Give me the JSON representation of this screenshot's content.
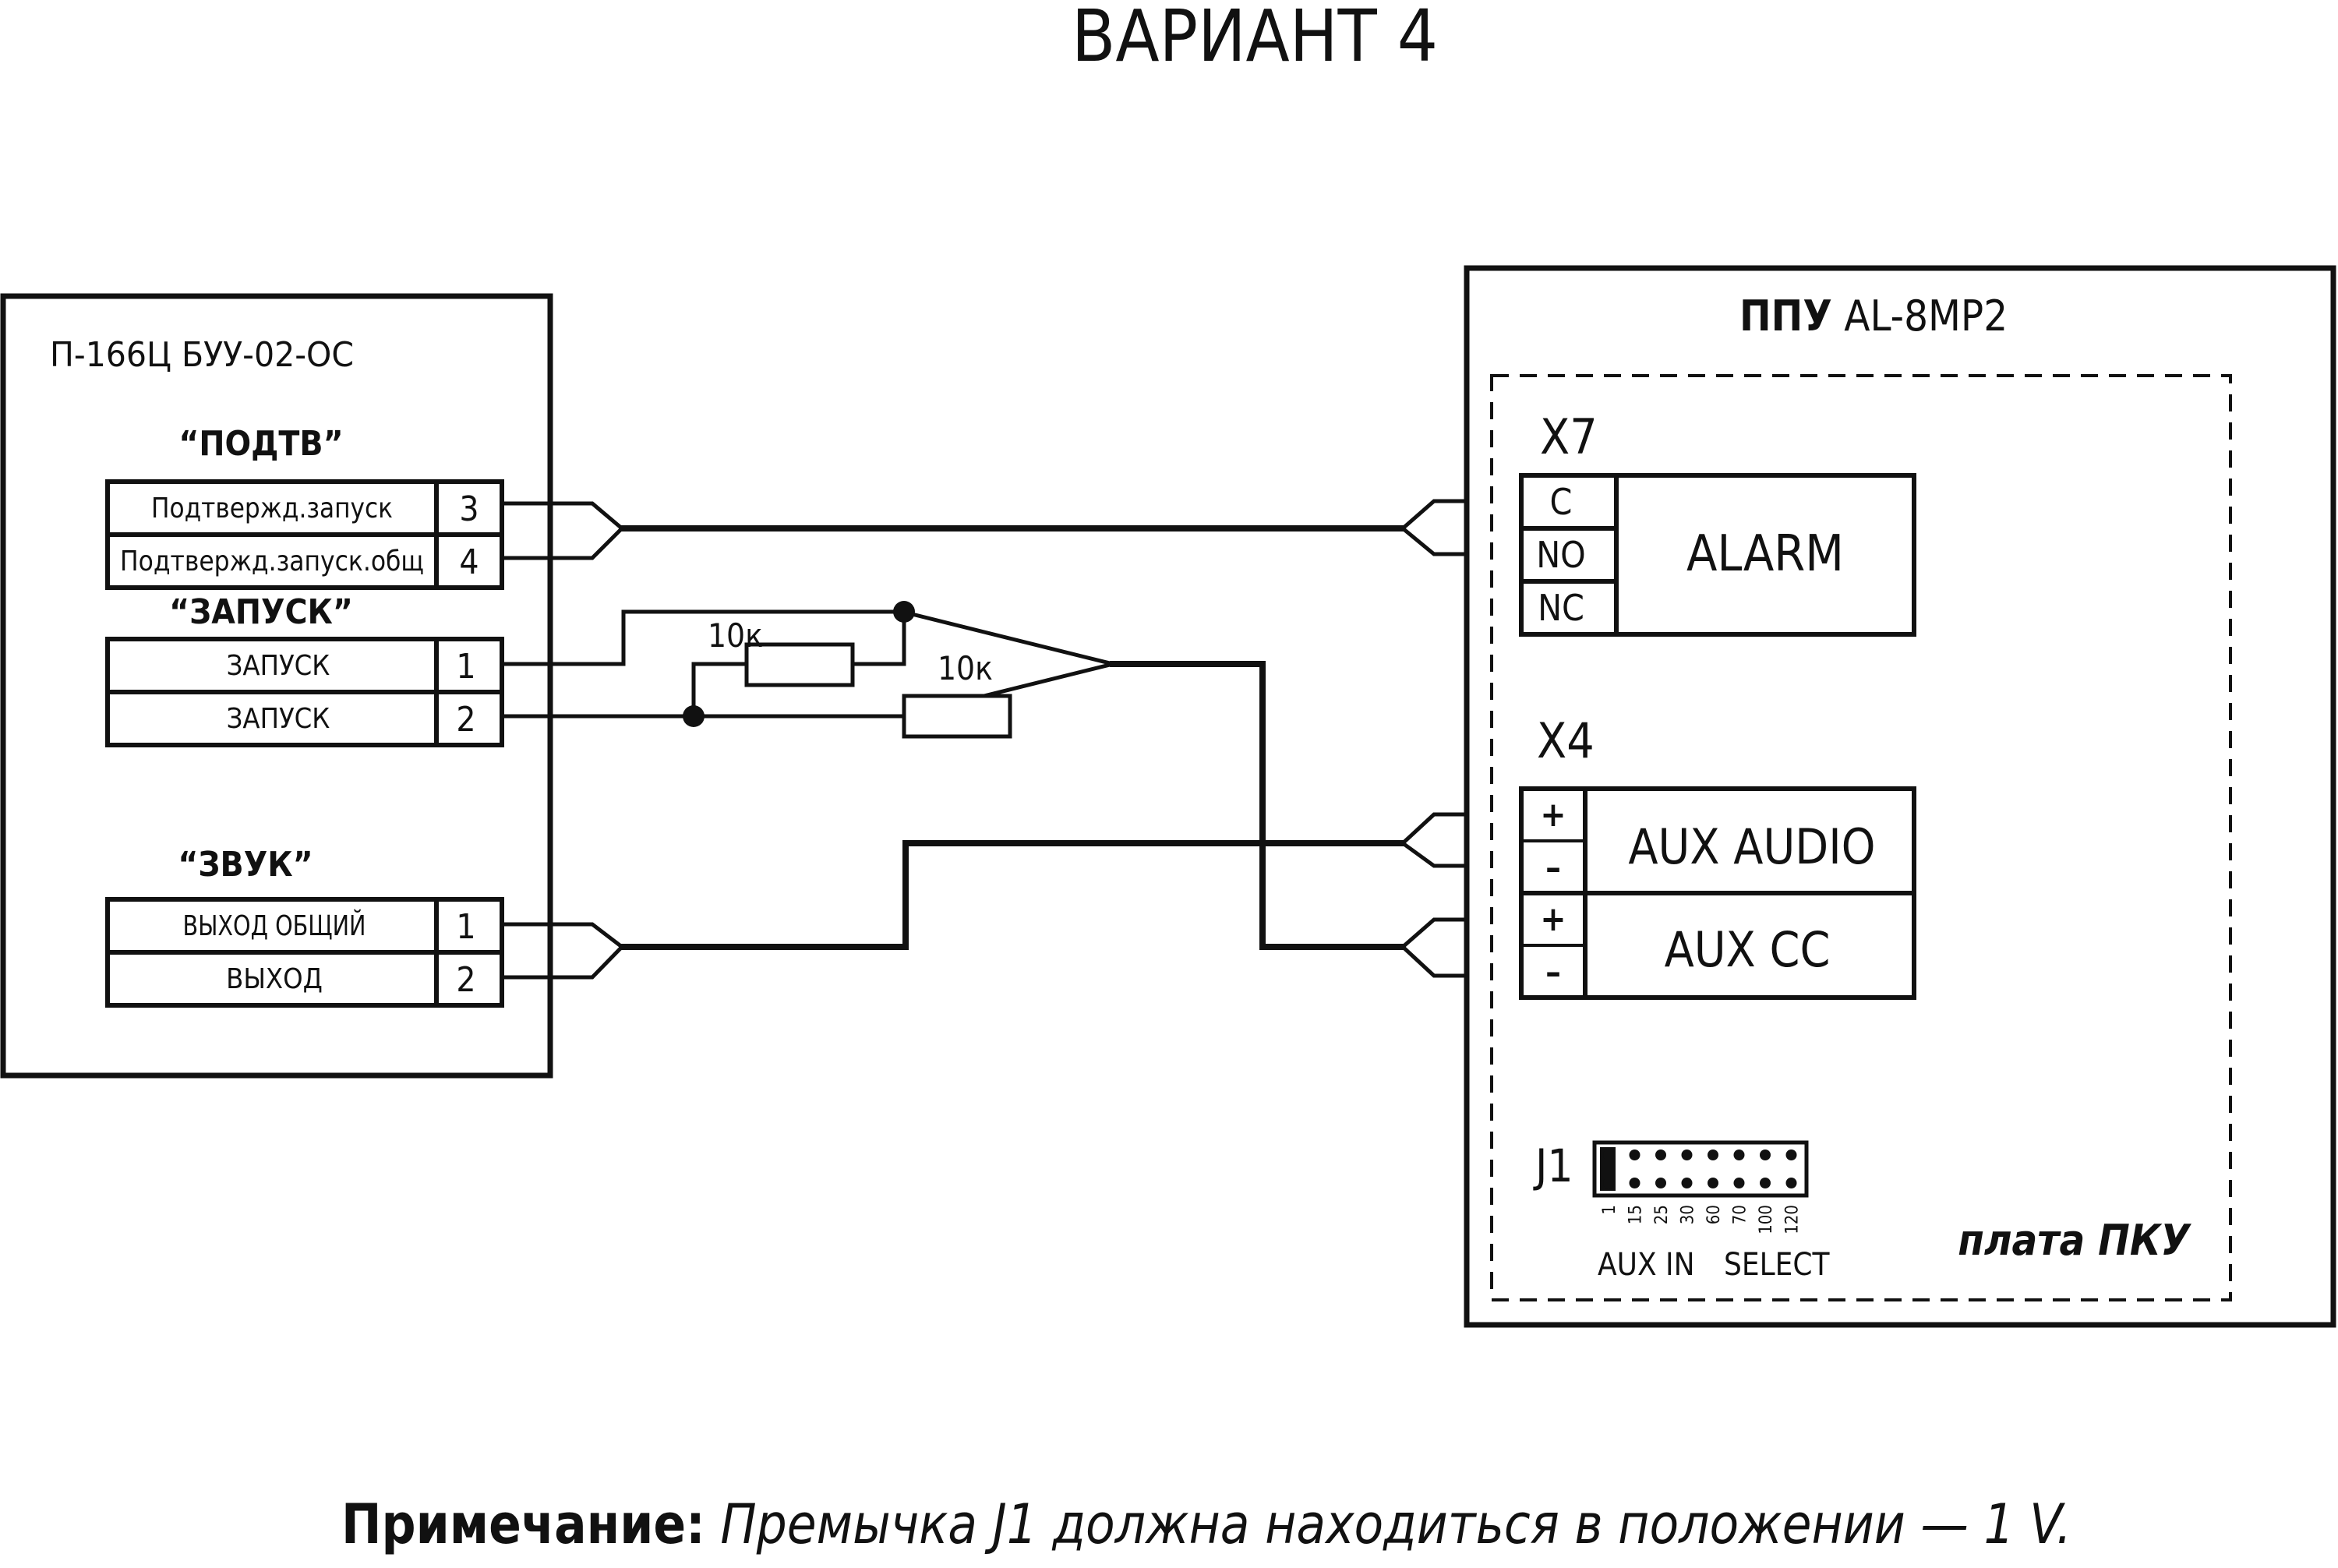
{
  "title": "ВАРИАНТ 4",
  "left_device": {
    "name": "П-166Ц БУУ-02-ОС",
    "groups": [
      {
        "label": "“ПОДТВ”",
        "rows": [
          {
            "text": "Подтвержд.запуск",
            "pin": "3"
          },
          {
            "text": "Подтвержд.запуск.общ",
            "pin": "4"
          }
        ]
      },
      {
        "label": "“ЗАПУСК”",
        "rows": [
          {
            "text": "ЗАПУСК",
            "pin": "1"
          },
          {
            "text": "ЗАПУСК",
            "pin": "2"
          }
        ]
      },
      {
        "label": "“ЗВУК”",
        "rows": [
          {
            "text": "ВЫХОД ОБЩИЙ",
            "pin": "1"
          },
          {
            "text": "ВЫХОД",
            "pin": "2"
          }
        ]
      }
    ]
  },
  "resistors": [
    {
      "label": "10к"
    },
    {
      "label": "10к"
    }
  ],
  "right_device": {
    "name_bold": "ППУ",
    "name_rest": " AL-8MP2",
    "board_label": "плата ПКУ",
    "x7": {
      "connector": "X7",
      "pins": [
        "C",
        "NO",
        "NC"
      ],
      "block": "ALARM"
    },
    "x4": {
      "connector": "X4",
      "pins": [
        "+",
        "–",
        "+",
        "–"
      ],
      "blocks": [
        "AUX AUDIO",
        "AUX CC"
      ]
    },
    "j1": {
      "connector": "J1",
      "scale": [
        "1",
        "15",
        "25",
        "30",
        "60",
        "70",
        "100",
        "120"
      ],
      "captions": [
        "AUX IN",
        "SELECT"
      ]
    }
  },
  "note": {
    "label": "Примечание:",
    "text": " Премычка J1 должна находиться в положении — 1 V."
  }
}
